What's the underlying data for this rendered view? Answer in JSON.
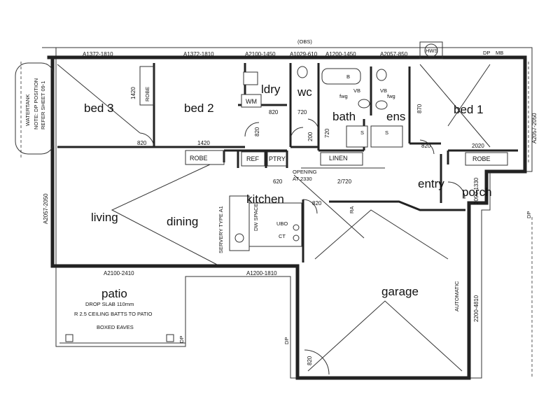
{
  "rooms": {
    "bed3": "bed 3",
    "bed2": "bed 2",
    "bed1": "bed 1",
    "ldry": "ldry",
    "wc": "wc",
    "bath": "bath",
    "ens": "ens",
    "living": "living",
    "dining": "dining",
    "kitchen": "kitchen",
    "entry": "entry",
    "porch": "porch",
    "garage": "garage",
    "patio": "patio"
  },
  "labels": {
    "robe": "ROBE",
    "ref": "REF",
    "ptry": "PTRY",
    "linen": "LINEN",
    "wm": "WM",
    "hws": "HWS",
    "b": "B",
    "fwg": "fwg",
    "vb": "VB",
    "s": "S",
    "dw_space": "DW SPACE",
    "ubo": "UBO",
    "ct": "CT",
    "ra": "RA",
    "servery": "SERVERY TYPE A1",
    "opening": "OPENING",
    "opening_at": "AT 2330",
    "automatic": "AUTOMATIC",
    "patio_slab": "DROP SLAB 110mm",
    "patio_batts": "R 2.5 CEILING BATTS TO PATIO",
    "boxed_eaves": "BOXED EAVES",
    "watertank": "WATERTANK",
    "note1": "NOTE: DP POSITION",
    "note2": "REFER SHEET 09-1",
    "dp": "DP",
    "mb": "MB",
    "obs": "(OBS)"
  },
  "dims": {
    "top1": "A1372-1810",
    "top2": "A1372-1810",
    "top3": "A2100-1450",
    "top4": "A1029-610",
    "top5": "A1200-1450",
    "top6": "A2057-850",
    "right1": "A2057-2050",
    "left1": "A2057-2050",
    "patio_w": "A2100-2410",
    "kitchen_w": "A1200-1810",
    "garage_side": "2200-4810",
    "porch_side": "2090-1330",
    "d1420a": "1420",
    "d1420b": "1420",
    "d820a": "820",
    "d820b": "820",
    "d820c": "820",
    "d820d": "820",
    "d820e": "820",
    "d820f": "820",
    "d720a": "720",
    "d720b": "720",
    "d720c": "2/720",
    "d870": "870",
    "d2020": "2020",
    "d620": "620",
    "d200": "200"
  }
}
